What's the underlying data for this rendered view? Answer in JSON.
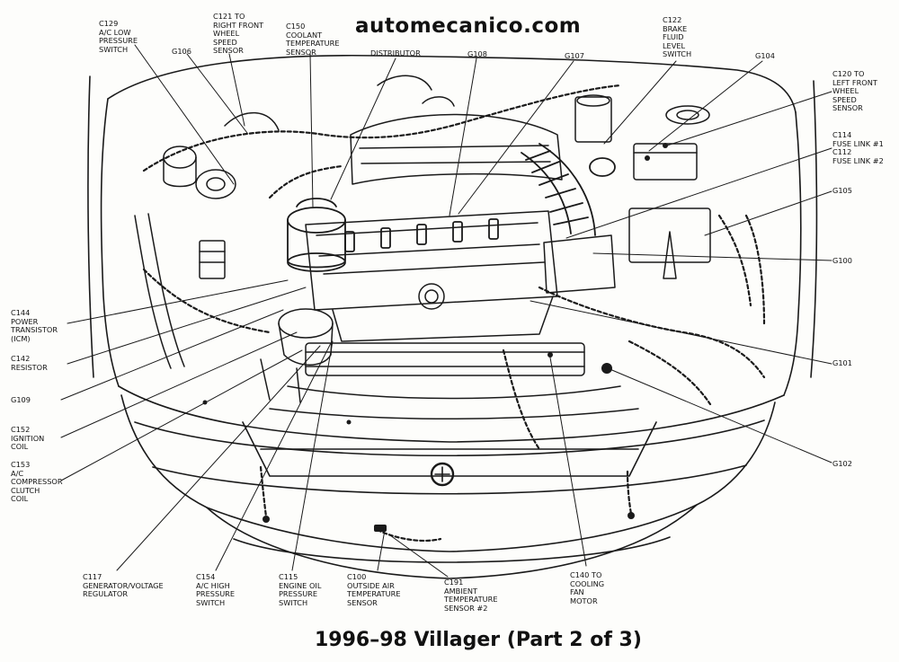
{
  "site_title": "automecanico.com",
  "caption": "1996–98 Villager (Part 2 of 3)",
  "labels": {
    "c129": [
      "C129",
      "A/C LOW",
      "PRESSURE",
      "SWITCH"
    ],
    "c121": [
      "C121 TO",
      "RIGHT FRONT",
      "WHEEL",
      "SPEED",
      "SENSOR"
    ],
    "c150": [
      "C150",
      "COOLANT",
      "TEMPERATURE",
      "SENSOR"
    ],
    "distributor": [
      "DISTRIBUTOR"
    ],
    "g106": [
      "G106"
    ],
    "g108": [
      "G108"
    ],
    "g107": [
      "G107"
    ],
    "c122": [
      "C122",
      "BRAKE",
      "FLUID",
      "LEVEL",
      "SWITCH"
    ],
    "g104": [
      "G104"
    ],
    "c120": [
      "C120 TO",
      "LEFT FRONT",
      "WHEEL",
      "SPEED",
      "SENSOR"
    ],
    "c114": [
      "C114",
      "FUSE LINK #1",
      "C112",
      "FUSE LINK #2"
    ],
    "g105": [
      "G105"
    ],
    "g100": [
      "G100"
    ],
    "g101": [
      "G101"
    ],
    "g102": [
      "G102"
    ],
    "c144": [
      "C144",
      "POWER",
      "TRANSISTOR",
      "(ICM)"
    ],
    "c142": [
      "C142",
      "RESISTOR"
    ],
    "g109": [
      "G109"
    ],
    "c152": [
      "C152",
      "IGNITION",
      "COIL"
    ],
    "c153": [
      "C153",
      "A/C",
      "COMPRESSOR",
      "CLUTCH",
      "COIL"
    ],
    "c117": [
      "C117",
      "GENERATOR/VOLTAGE",
      "REGULATOR"
    ],
    "c154": [
      "C154",
      "A/C HIGH",
      "PRESSURE",
      "SWITCH"
    ],
    "c115": [
      "C115",
      "ENGINE OIL",
      "PRESSURE",
      "SWITCH"
    ],
    "c100": [
      "C100",
      "OUTSIDE AIR",
      "TEMPERATURE",
      "SENSOR"
    ],
    "c191": [
      "C191",
      "AMBIENT",
      "TEMPERATURE",
      "SENSOR #2"
    ],
    "c140": [
      "C140 TO",
      "COOLING",
      "FAN",
      "MOTOR"
    ]
  }
}
